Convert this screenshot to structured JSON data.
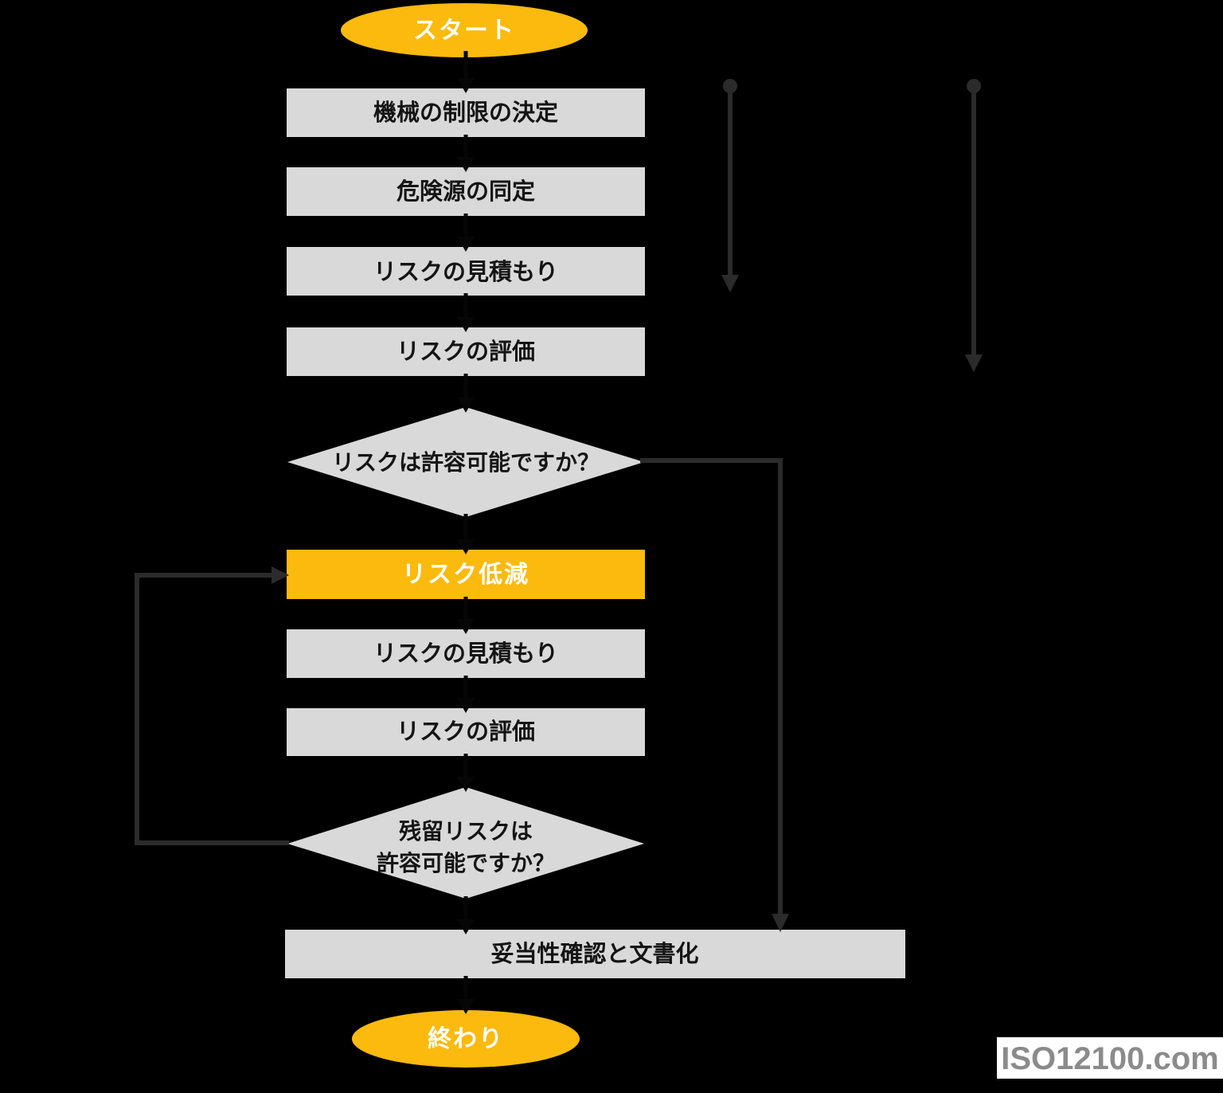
{
  "colors": {
    "background": "#000000",
    "box_fill": "#D9D9D9",
    "yellow": "#FBBA0D",
    "box_text": "#141414",
    "white_text": "#FFFFFF",
    "connector": "#2B2B2B",
    "hidden_connector": "#060606",
    "watermark_bg": "#FFFFFF",
    "watermark_text": "#8B8B8B"
  },
  "nodes": {
    "start": "スタート",
    "machine_limits": "機械の制限の決定",
    "hazard_identification": "危険源の同定",
    "risk_estimation_1": "リスクの見積もり",
    "risk_evaluation_1": "リスクの評価",
    "decision_risk_acceptable": "リスクは許容可能ですか？",
    "risk_reduction": "リスク低減",
    "risk_estimation_2": "リスクの見積もり",
    "risk_evaluation_2": "リスクの評価",
    "decision_residual_line1": "残留リスクは",
    "decision_residual_line2": "許容可能ですか？",
    "validation": "妥当性確認と文書化",
    "end": "終わり"
  },
  "watermark": "ISO12100.com"
}
